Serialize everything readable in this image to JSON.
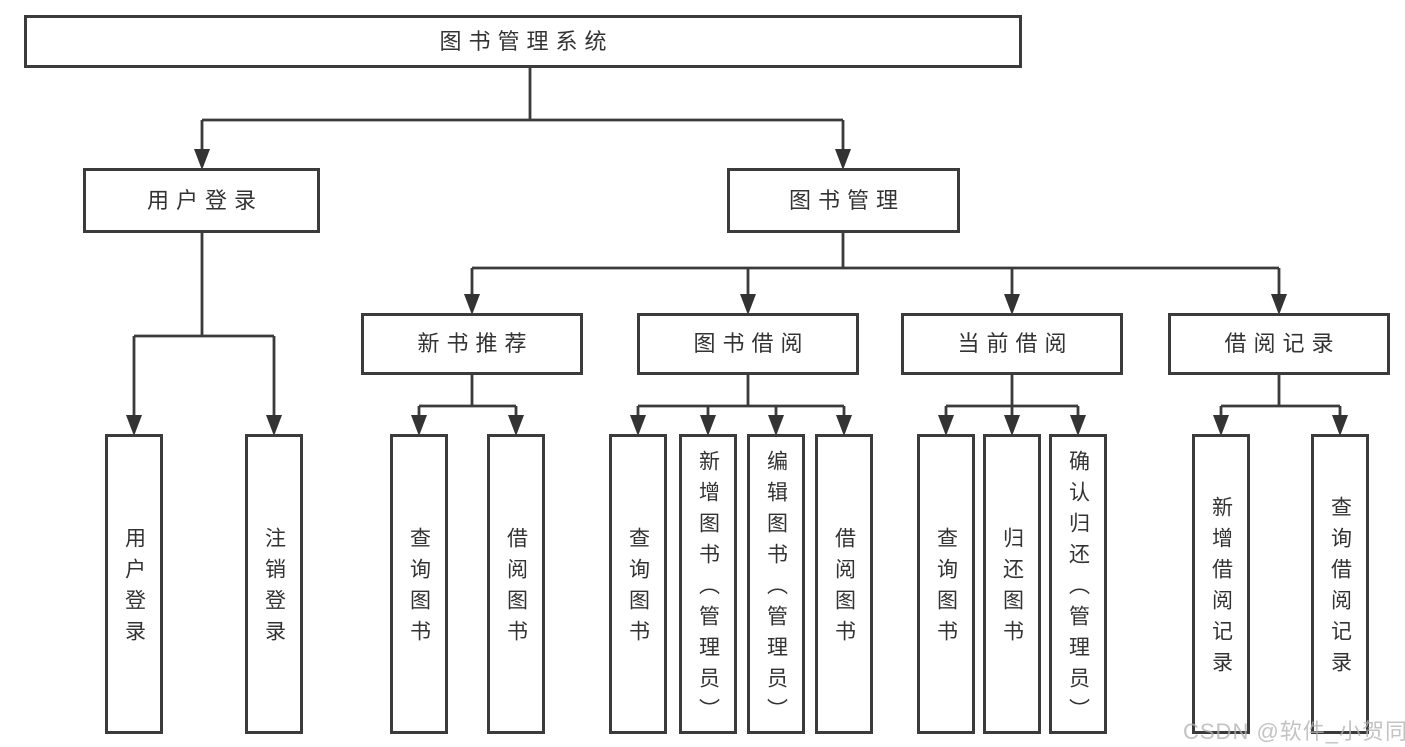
{
  "diagram_type": "hierarchy-flowchart",
  "colors": {
    "line": "#3b3b3b",
    "box_background": "#ffffff",
    "text": "#333333"
  },
  "tree": {
    "label": "图书管理系统",
    "children": [
      {
        "label": "用户登录",
        "children": [
          {
            "label": "用户登录"
          },
          {
            "label": "注销登录"
          }
        ]
      },
      {
        "label": "图书管理",
        "children": [
          {
            "label": "新书推荐",
            "children": [
              {
                "label": "查询图书"
              },
              {
                "label": "借阅图书"
              }
            ]
          },
          {
            "label": "图书借阅",
            "children": [
              {
                "label": "查询图书"
              },
              {
                "label": "新增图书（管理员）"
              },
              {
                "label": "编辑图书（管理员）"
              },
              {
                "label": "借阅图书"
              }
            ]
          },
          {
            "label": "当前借阅",
            "children": [
              {
                "label": "查询图书"
              },
              {
                "label": "归还图书"
              },
              {
                "label": "确认归还（管理员）"
              }
            ]
          },
          {
            "label": "借阅记录",
            "children": [
              {
                "label": "新增借阅记录"
              },
              {
                "label": "查询借阅记录"
              }
            ]
          }
        ]
      }
    ]
  },
  "watermark": "CSDN @软件_小贺同学"
}
